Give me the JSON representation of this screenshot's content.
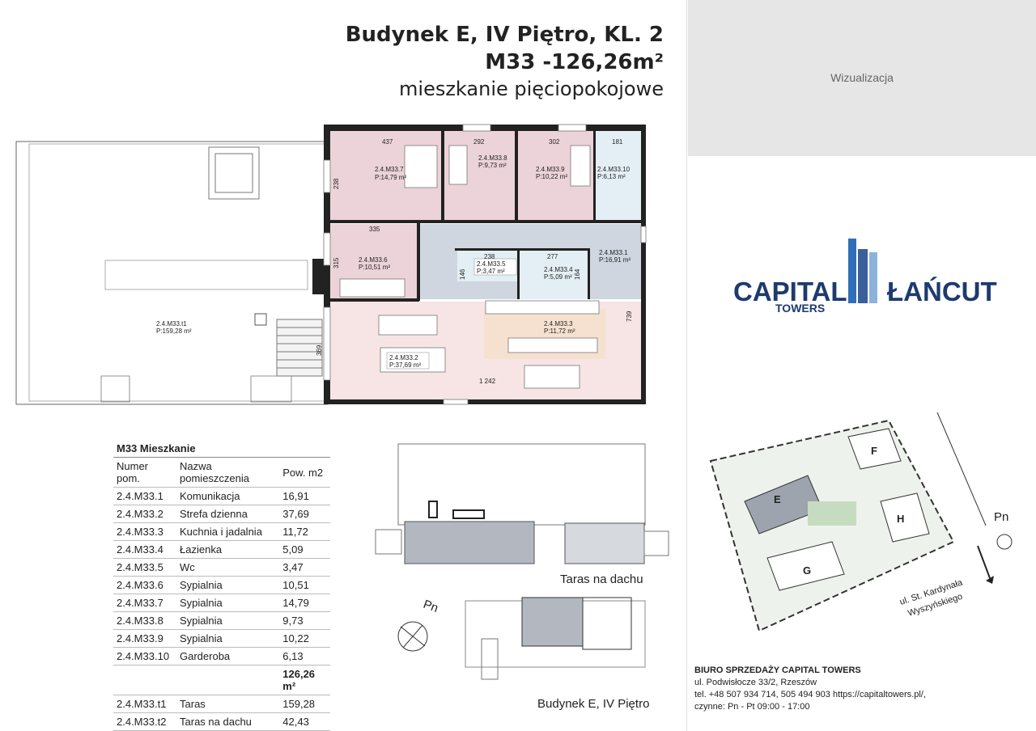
{
  "header": {
    "line1": "Budynek E, IV Piętro, KL. 2",
    "line2": "M33 -126,26m²",
    "line3": "mieszkanie pięciopokojowe"
  },
  "visual": {
    "label": "Wizualizacja"
  },
  "logo": {
    "brand_line1": "CAPITAL",
    "brand_line2": "TOWERS",
    "city": "ŁAŃCUT",
    "color": "#1e3a6e"
  },
  "plan": {
    "rooms": [
      {
        "id": "2.4.M33.7",
        "area": "P:14,79 m²"
      },
      {
        "id": "2.4.M33.8",
        "area": "P:9,73 m²"
      },
      {
        "id": "2.4.M33.9",
        "area": "P:10,22 m²"
      },
      {
        "id": "2.4.M33.10",
        "area": "P:6,13 m²"
      },
      {
        "id": "2.4.M33.6",
        "area": "P:10,51 m²"
      },
      {
        "id": "2.4.M33.5",
        "area": "P:3,47 m²"
      },
      {
        "id": "2.4.M33.4",
        "area": "P:5,09 m²"
      },
      {
        "id": "2.4.M33.1",
        "area": "P:16,91 m²"
      },
      {
        "id": "2.4.M33.3",
        "area": "P:11,72 m²"
      },
      {
        "id": "2.4.M33.2",
        "area": "P:37,69 m²"
      },
      {
        "id": "2.4.M33.t1",
        "area": "P:159,28 m²"
      }
    ],
    "dims": [
      "437",
      "292",
      "302",
      "181",
      "238",
      "335",
      "315",
      "238",
      "277",
      "146",
      "164",
      "739",
      "369",
      "1 242"
    ]
  },
  "table": {
    "title": "M33 Mieszkanie",
    "col1": "Numer pom.",
    "col2": "Nazwa pomieszczenia",
    "col3": "Pow. m2",
    "rows": [
      [
        "2.4.M33.1",
        "Komunikacja",
        "16,91"
      ],
      [
        "2.4.M33.2",
        "Strefa dzienna",
        "37,69"
      ],
      [
        "2.4.M33.3",
        "Kuchnia i jadalnia",
        "11,72"
      ],
      [
        "2.4.M33.4",
        "Łazienka",
        "5,09"
      ],
      [
        "2.4.M33.5",
        "Wc",
        "3,47"
      ],
      [
        "2.4.M33.6",
        "Sypialnia",
        "10,51"
      ],
      [
        "2.4.M33.7",
        "Sypialnia",
        "14,79"
      ],
      [
        "2.4.M33.8",
        "Sypialnia",
        "9,73"
      ],
      [
        "2.4.M33.9",
        "Sypialnia",
        "10,22"
      ],
      [
        "2.4.M33.10",
        "Garderoba",
        "6,13"
      ]
    ],
    "total": "126,26 m²",
    "extra": [
      [
        "2.4.M33.t1",
        "Taras",
        "159,28"
      ],
      [
        "2.4.M33.t2",
        "Taras na dachu",
        "42,43"
      ]
    ]
  },
  "captions": {
    "roof": "Taras na dachu",
    "floor": "Budynek E, IV Piętro",
    "north": "Pn"
  },
  "site": {
    "buildings": [
      "F",
      "E",
      "H",
      "G"
    ],
    "north": "Pn",
    "street_line1": "ul. St. Kardynała",
    "street_line2": "Wyszyńskiego"
  },
  "office": {
    "title": "BIURO SPRZEDAŻY CAPITAL TOWERS",
    "address": "ul. Podwisłocze 33/2, Rzeszów",
    "phone": "tel. +48 507 934 714, 505 494 903 https://capitaltowers.pl/,",
    "hours": "czynne: Pn - Pt 09:00 - 17:00"
  },
  "colors": {
    "bedroom": "#ecd3d9",
    "day": "#f7e4e4",
    "corridor": "#cfd6df",
    "kitchen": "#f6e1d0",
    "bath": "#e4eff5",
    "wall": "#222222"
  }
}
